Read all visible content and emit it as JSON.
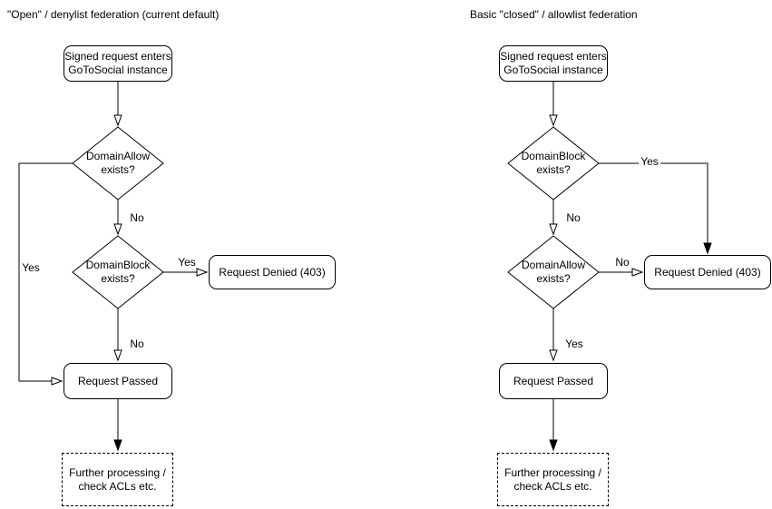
{
  "diagram": {
    "colors": {
      "stroke": "#000000",
      "fill": "#ffffff",
      "text": "#000000"
    },
    "left": {
      "title": "\"Open\" / denylist federation (current default)",
      "nodes": {
        "start": "Signed request enters\nGoToSocial instance",
        "decision_allow": "DomainAllow\nexists?",
        "decision_block": "DomainBlock\nexists?",
        "denied": "Request Denied (403)",
        "passed": "Request Passed",
        "further": "Further processing /\ncheck ACLs etc."
      },
      "edge_labels": {
        "allow_yes": "Yes",
        "allow_no": "No",
        "block_yes": "Yes",
        "block_no": "No"
      }
    },
    "right": {
      "title": "Basic \"closed\" / allowlist federation",
      "nodes": {
        "start": "Signed request enters\nGoToSocial instance",
        "decision_block": "DomainBlock\nexists?",
        "decision_allow": "DomainAllow\nexists?",
        "denied": "Request Denied (403)",
        "passed": "Request Passed",
        "further": "Further processing /\ncheck ACLs etc."
      },
      "edge_labels": {
        "block_yes": "Yes",
        "block_no": "No",
        "allow_no": "No",
        "allow_yes": "Yes"
      }
    }
  }
}
